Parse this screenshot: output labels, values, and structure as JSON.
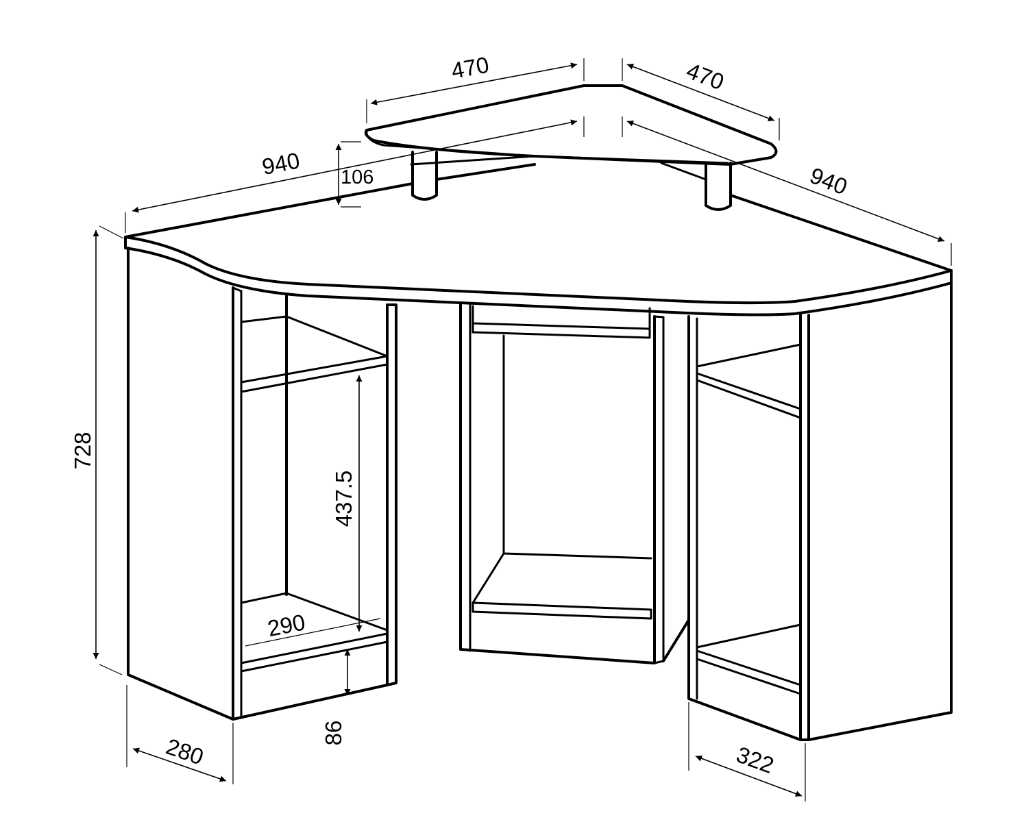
{
  "dimensions": {
    "shelf_left": "470",
    "shelf_right": "470",
    "desk_left": "940",
    "desk_right": "940",
    "shelf_height": "106",
    "total_height": "728",
    "compartment_height": "437.5",
    "inner_depth": "290",
    "plinth_height": "86",
    "left_pedestal_depth": "280",
    "right_pedestal_depth": "322"
  }
}
